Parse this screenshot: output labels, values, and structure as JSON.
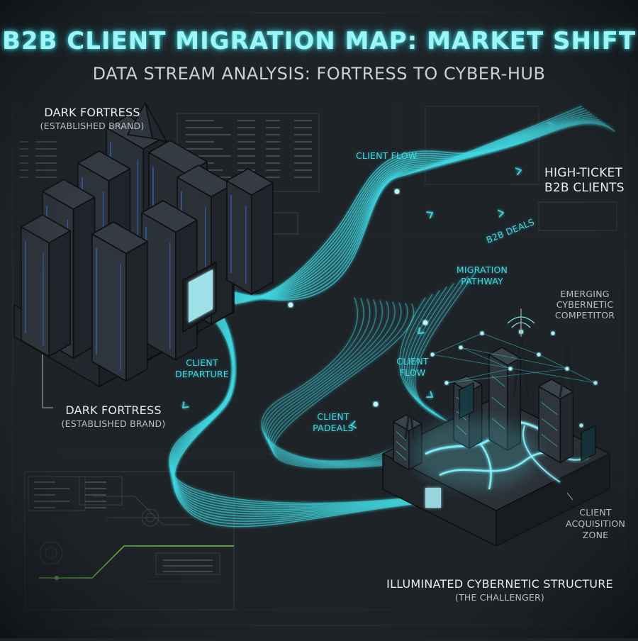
{
  "title": "B2B CLIENT MIGRATION MAP: MARKET SHIFT",
  "subtitle": "DATA STREAM ANALYSIS: FORTRESS TO CYBER-HUB",
  "labels": {
    "fortress_top_line1": "DARK FORTRESS",
    "fortress_top_line2": "(ESTABLISHED BRAND)",
    "fortress_bottom_line1": "DARK FORTRESS",
    "fortress_bottom_line2": "(ESTABLISHED BRAND)",
    "client_flow_top": "CLIENT FLOW",
    "high_ticket_line1": "HIGH-TICKET",
    "high_ticket_line2": "B2B CLIENTS",
    "b2b_deals": "B2B DEALS",
    "migration_line1": "MIGRATION",
    "migration_line2": "PATHWAY",
    "emerging_line1": "EMERGING",
    "emerging_line2": "CYBERNETIC",
    "emerging_line3": "COMPETITOR",
    "client_departure_line1": "CLIENT",
    "client_departure_line2": "DEPARTURE",
    "client_flow_mid_line1": "CLIENT",
    "client_flow_mid_line2": "FLOW",
    "client_padeals_line1": "CLIENT",
    "client_padeals_line2": "PADEALS",
    "acq_line1": "CLIENT",
    "acq_line2": "ACQUISITION",
    "acq_line3": "ZONE",
    "structure_line1": "ILLUMINATED CYBERNETIC STRUCTURE",
    "structure_line2": "(THE CHALLENGER)"
  },
  "colors": {
    "background": "#1e2328",
    "accent_cyan": "#43d6df",
    "fortress_dark": "#252a30",
    "fortress_edge": "#0d0f12",
    "fortress_glow": "#3d6bd8"
  }
}
